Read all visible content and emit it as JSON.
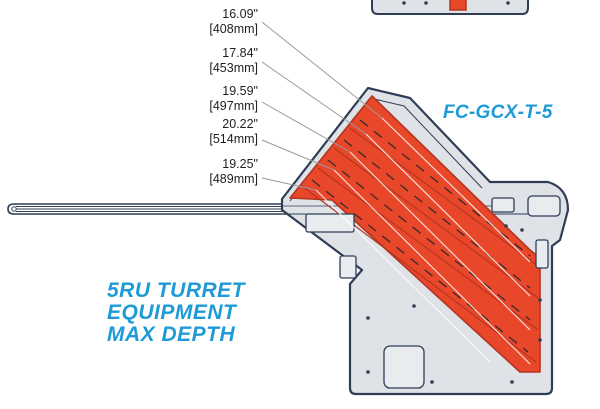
{
  "model_label": "FC-GCX-T-5",
  "caption_lines": [
    "5RU TURRET",
    "EQUIPMENT",
    "MAX DEPTH"
  ],
  "dimensions": [
    {
      "inches": "16.09\"",
      "mm": "[408mm]"
    },
    {
      "inches": "17.84\"",
      "mm": "[453mm]"
    },
    {
      "inches": "19.59\"",
      "mm": "[497mm]"
    },
    {
      "inches": "20.22\"",
      "mm": "[514mm]"
    },
    {
      "inches": "19.25\"",
      "mm": "[489mm]"
    }
  ],
  "colors": {
    "accent_text": "#1e9ad6",
    "equipment_fill": "#e8472a",
    "equipment_stroke": "#b33420",
    "frame_fill": "#dfe3e8",
    "frame_stroke": "#2f3d57",
    "leader_line": "#9a9a9a"
  }
}
